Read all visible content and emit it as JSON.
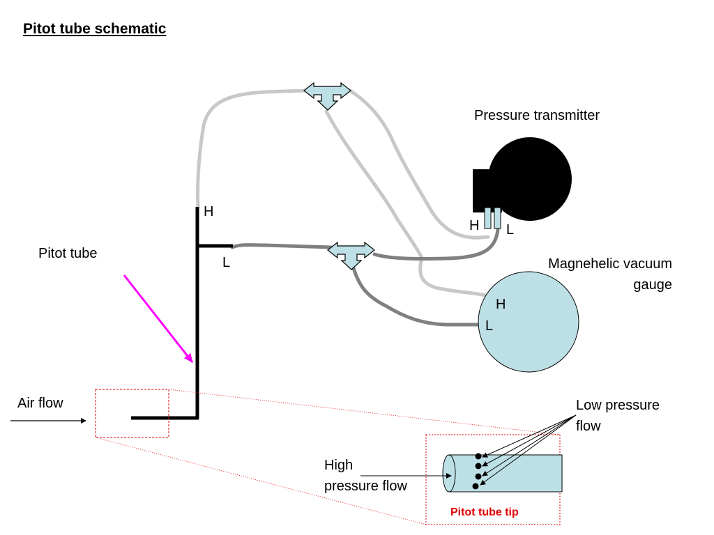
{
  "title": "Pitot tube schematic",
  "labels": {
    "pressure_transmitter": "Pressure transmitter",
    "magnehelic_line1": "Magnehelic vacuum",
    "magnehelic_line2": "gauge",
    "pitot_tube": "Pitot tube",
    "air_flow": "Air flow",
    "low_pressure_line1": "Low pressure",
    "low_pressure_line2": "flow",
    "high_pressure_line1": "High",
    "high_pressure_line2": "pressure flow",
    "pitot_tube_tip": "Pitot tube tip",
    "h_pitot": "H",
    "l_pitot": "L",
    "h_transmitter": "H",
    "l_transmitter": "L",
    "h_gauge": "H",
    "l_gauge": "L"
  },
  "colors": {
    "high_line": "#c8c8c8",
    "low_line": "#808080",
    "tee_fill": "#bde0e6",
    "gauge_fill": "#bde0e6",
    "tube_fill": "#bde0e6",
    "pointer_arrow": "#ff00ff",
    "callout_border": "#e00000",
    "tip_caption": "#e00000"
  }
}
